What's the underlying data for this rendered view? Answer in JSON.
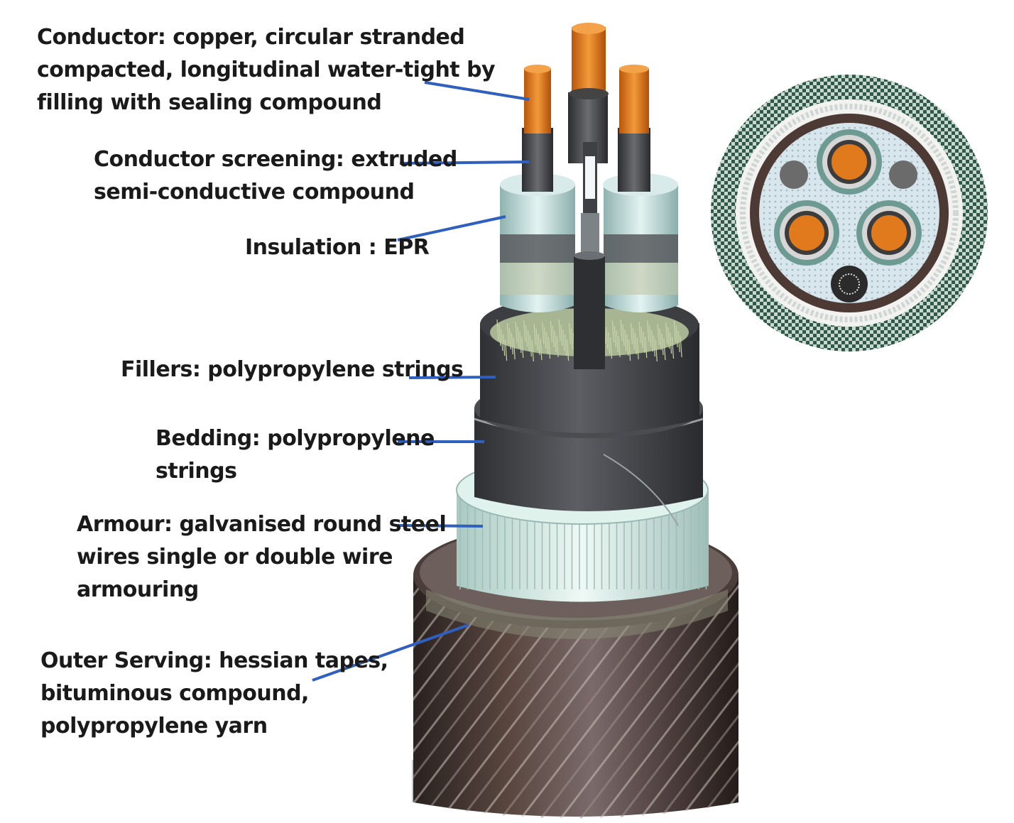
{
  "colors": {
    "leader_line": "#2f5fbf",
    "copper": "#e07a1c",
    "sheath": "#3f4146",
    "insulation": "#bcd8d6",
    "armour": "#d8efe8",
    "serving": "#3b2f2c"
  },
  "callouts": [
    {
      "id": "conductor",
      "lines": [
        "Conductor: copper, circular stranded",
        "compacted, longitudinal water-tight by",
        "filling with sealing compound"
      ]
    },
    {
      "id": "conductor-screening",
      "lines": [
        "Conductor screening: extruded",
        "semi-conductive compound"
      ]
    },
    {
      "id": "insulation",
      "lines": [
        "Insulation : EPR"
      ]
    },
    {
      "id": "fillers",
      "lines": [
        "Fillers: polypropylene strings"
      ]
    },
    {
      "id": "bedding",
      "lines": [
        "Bedding: polypropylene",
        "strings"
      ]
    },
    {
      "id": "armour",
      "lines": [
        "Armour: galvanised round steel",
        "wires single or double wire",
        "armouring"
      ]
    },
    {
      "id": "outer-serving",
      "lines": [
        "Outer Serving: hessian tapes,",
        "bituminous compound,",
        "polypropylene yarn"
      ]
    }
  ]
}
